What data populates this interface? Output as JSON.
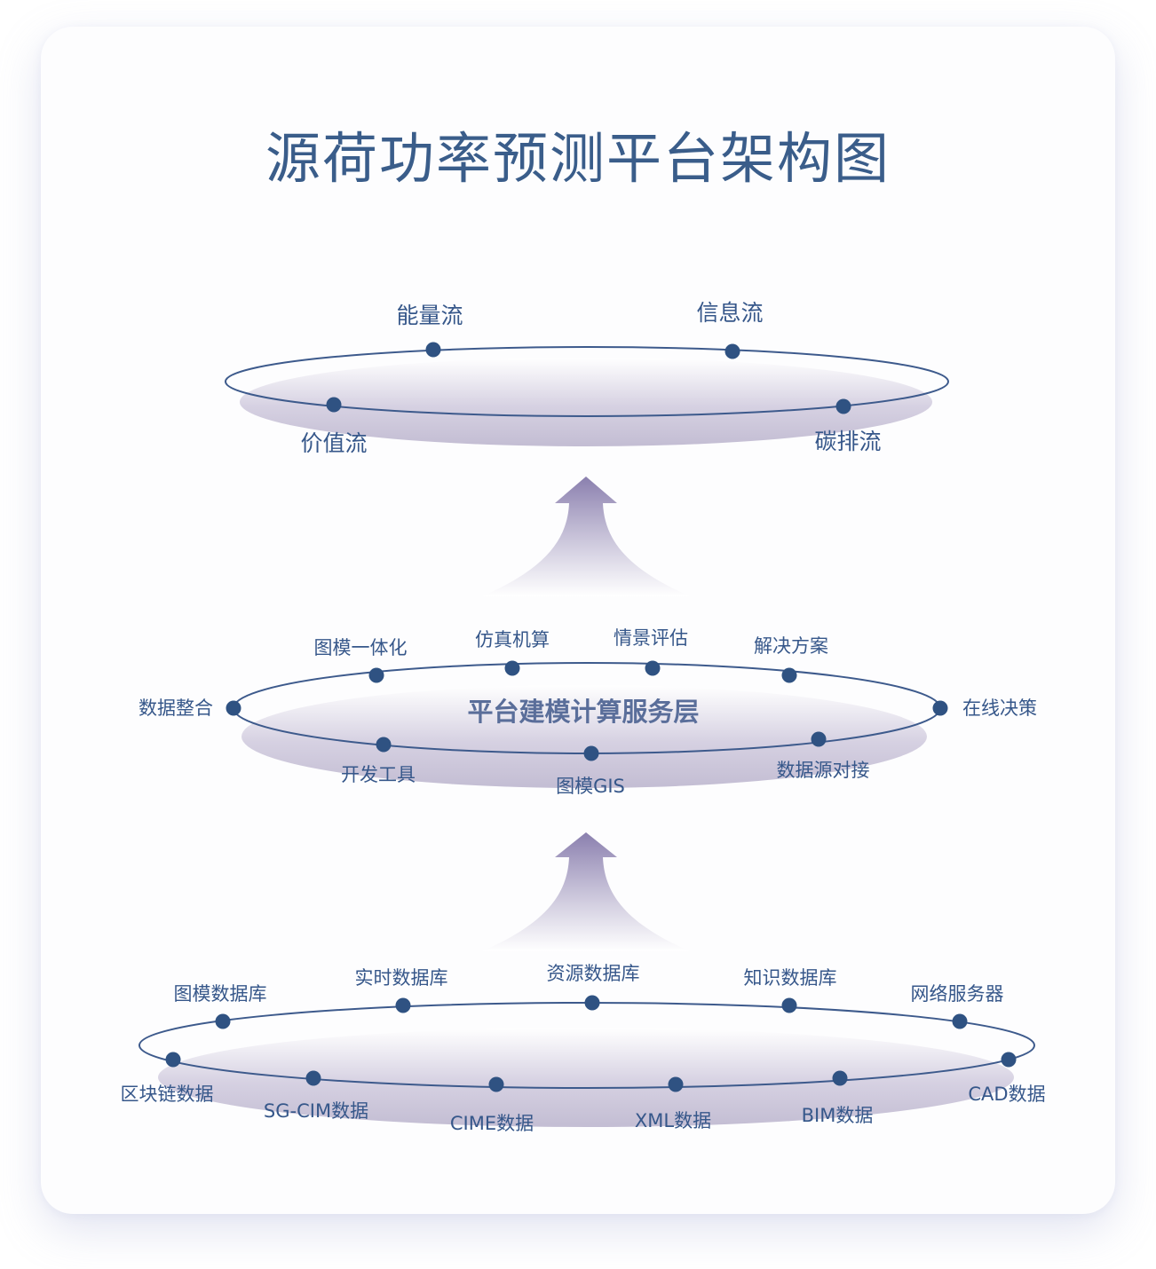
{
  "title": "源荷功率预测平台架构图",
  "colors": {
    "text": "#36578a",
    "node": "#2f5282",
    "ring": "#3d5a8c",
    "shadow": "#c5c0d6",
    "arrow": "#8a7fae"
  },
  "layers": {
    "top": {
      "nodes": [
        "能量流",
        "信息流",
        "价值流",
        "碳排流"
      ]
    },
    "middle": {
      "center_label": "平台建模计算服务层",
      "nodes": [
        "图模一体化",
        "仿真机算",
        "情景评估",
        "解决方案",
        "数据整合",
        "在线决策",
        "开发工具",
        "图模GIS",
        "数据源对接"
      ]
    },
    "bottom": {
      "nodes": [
        "图模数据库",
        "实时数据库",
        "资源数据库",
        "知识数据库",
        "网络服务器",
        "区块链数据",
        "SG-CIM数据",
        "CIME数据",
        "XML数据",
        "BIM数据",
        "CAD数据"
      ]
    }
  }
}
